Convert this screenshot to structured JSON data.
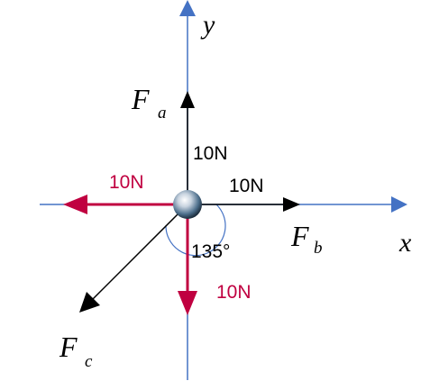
{
  "axes": {
    "x_label": "x",
    "y_label": "y"
  },
  "forces": {
    "fa": {
      "symbol": "F",
      "subscript": "a",
      "magnitude_label": "10N",
      "direction_deg": 90
    },
    "fb": {
      "symbol": "F",
      "subscript": "b",
      "magnitude_label": "10N",
      "direction_deg": 0
    },
    "fc": {
      "symbol": "F",
      "subscript": "c"
    }
  },
  "resultant_labels": {
    "left": "10N",
    "down": "10N"
  },
  "angle_label": "135°",
  "colors": {
    "axis": "#4472c4",
    "black_force": "#000000",
    "red_force": "#c00040",
    "angle_arc": "#4472c4"
  }
}
